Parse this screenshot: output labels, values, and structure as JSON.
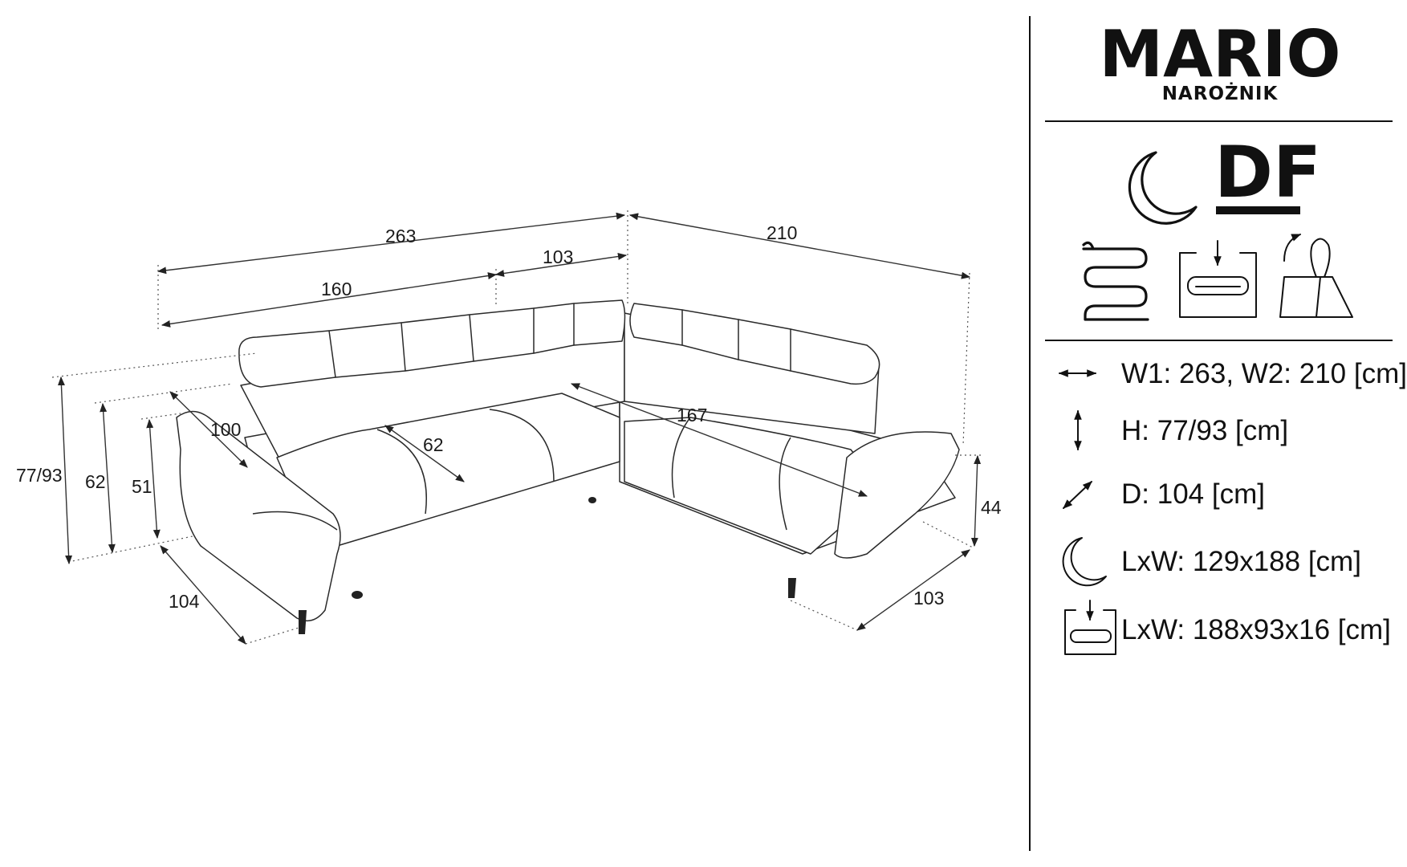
{
  "product": {
    "name": "MARIO",
    "type": "NAROŻNIK",
    "function_badge": "DF"
  },
  "drawing": {
    "dimensions": {
      "total_width": "263",
      "seat_width": "160",
      "chaise_width": "103",
      "side_width": "210",
      "armrest_depth": "100",
      "seat_depth": "62",
      "bed_length": "167",
      "height": "77/93",
      "back_height": "62",
      "seat_height": "51",
      "depth": "104",
      "arm_height": "44",
      "end_depth": "103"
    }
  },
  "specs": [
    {
      "icon": "horizontal-arrows-icon",
      "text": "W1: 263, W2: 210 [cm]"
    },
    {
      "icon": "vertical-arrows-icon",
      "text": "H: 77/93 [cm]"
    },
    {
      "icon": "diagonal-arrows-icon",
      "text": "D: 104 [cm]"
    },
    {
      "icon": "moon-icon",
      "text": "LxW: 129x188 [cm]"
    },
    {
      "icon": "storage-box-icon",
      "text": "LxW: 188x93x16 [cm]"
    }
  ],
  "feature_icons": [
    "moon-icon",
    "df-badge-icon",
    "spring-icon",
    "storage-box-icon",
    "adjustable-headrest-icon"
  ]
}
